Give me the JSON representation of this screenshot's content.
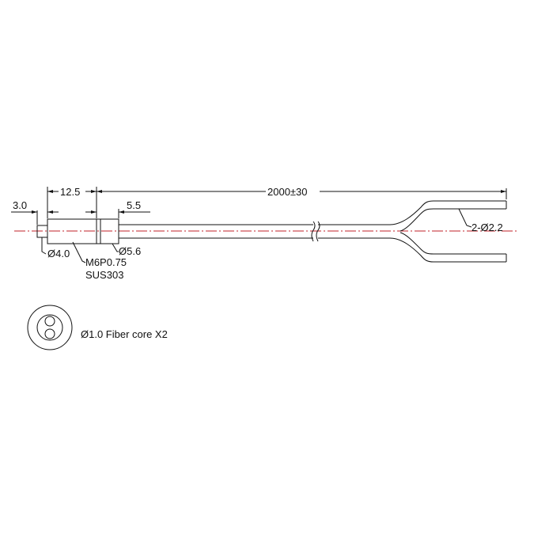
{
  "drawing": {
    "dims": {
      "tip_length": "3.0",
      "thread_length": "12.5",
      "total_length": "2000±30",
      "nut_width": "5.5",
      "tip_diameter": "Ø4.0",
      "nut_diameter": "Ø5.6",
      "thread_spec": "M6P0.75",
      "material": "SUS303",
      "cable_diameter": "2-Ø2.2",
      "fiber_core": "Ø1.0  Fiber core X2"
    },
    "colors": {
      "line": "#111111",
      "centerline": "#c0202a"
    }
  }
}
